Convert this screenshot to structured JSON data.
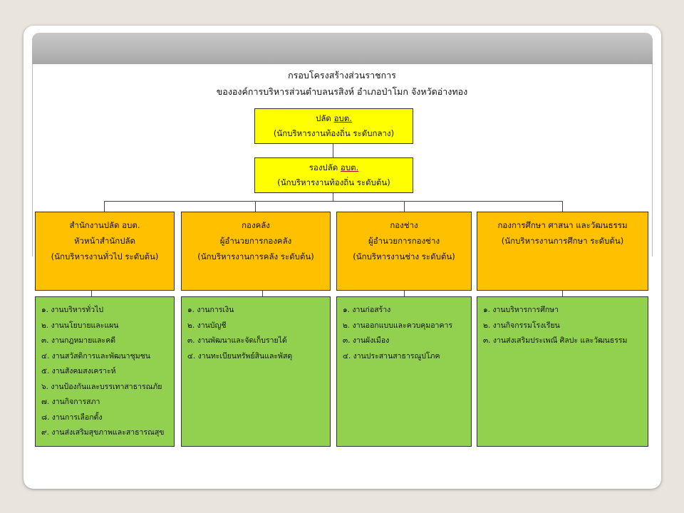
{
  "header": {
    "title_line1": "กรอบโครงสร้างส่วนราชการ",
    "title_line2": "ขององค์การบริหารส่วนตำบลนรสิงห์ อำเภอป่าโมก จังหวัดอ่างทอง"
  },
  "top": {
    "title_prefix": "ปลัด ",
    "title_abbr": "อบต.",
    "subtitle": "(นักบริหารงานท้องถิ่น ระดับกลาง)"
  },
  "deputy": {
    "title_prefix": "รองปลัด ",
    "title_abbr": "อบต.",
    "subtitle": "(นักบริหารงานท้องถิ่น ระดับต้น)"
  },
  "divisions": [
    {
      "lines": [
        "สำนักงานปลัด อบต.",
        "หัวหน้าสำนักปลัด",
        "(นักบริหารงานทั่วไป ระดับต้น)"
      ],
      "tasks": [
        "๑. งานบริหารทั่วไป",
        "๒. งานนโยบายและแผน",
        "๓. งานกฎหมายและคดี",
        "๔. งานสวัสดิการและพัฒนาชุมชน",
        "๕. งานสังคมสงเคราะห์",
        "๖. งานป้องกันและบรรเทาสาธารณภัย",
        "๗. งานกิจการสภา",
        "๘. งานการเลือกตั้ง",
        "๙. งานส่งเสริมสุขภาพและสาธารณสุข"
      ]
    },
    {
      "lines": [
        "กองคลัง",
        "ผู้อำนวยการกองคลัง",
        "(นักบริหารงานการคลัง ระดับต้น)"
      ],
      "tasks": [
        "๑. งานการเงิน",
        "๒. งานบัญชี",
        "๓. งานพัฒนาและจัดเก็บรายได้",
        "๔. งานทะเบียนทรัพย์สินและพัสดุ"
      ]
    },
    {
      "lines": [
        "กองช่าง",
        "ผู้อำนวยการกองช่าง",
        "(นักบริหารงานช่าง ระดับต้น)"
      ],
      "tasks": [
        "๑. งานก่อสร้าง",
        "๒. งานออกแบบและควบคุมอาคาร",
        "๓. งานผังเมือง",
        "๔. งานประสานสาธารณูปโภค"
      ]
    },
    {
      "lines": [
        "กองการศึกษา ศาสนา และวัฒนธรรม",
        "(นักบริหารงานการศึกษา ระดับต้น)"
      ],
      "tasks": [
        "๑. งานบริหารการศึกษา",
        "๒. งานกิจกรรมโรงเรียน",
        "๓. งานส่งเสริมประเพณี ศิลปะ และวัฒนธรรม"
      ]
    }
  ]
}
